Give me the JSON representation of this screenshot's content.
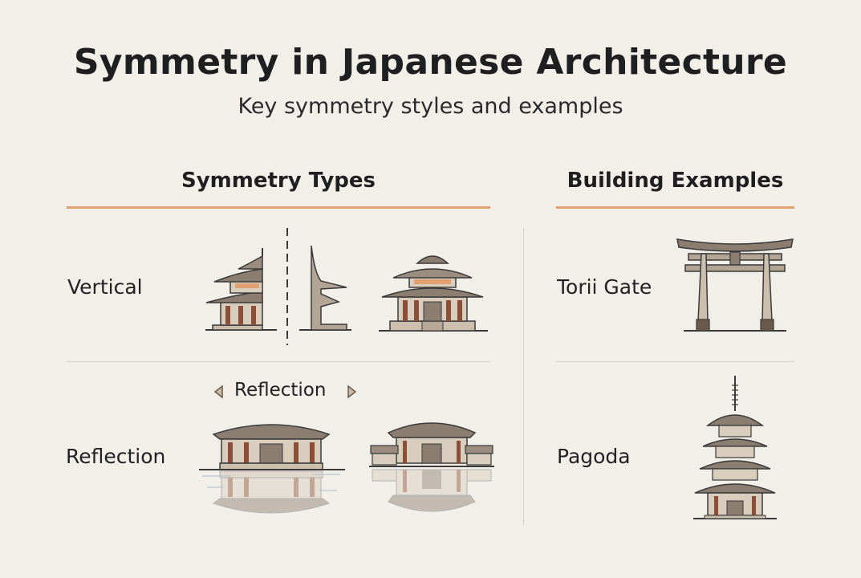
{
  "title": "Symmetry in Japanese Architecture",
  "subtitle": "Key symmetry styles and examples",
  "colors": {
    "accent": "#e0a070",
    "roof": "#8b7d70",
    "wall": "#b8a898",
    "beam": "#8a4f36",
    "outline": "#3a3a3a"
  },
  "left_section": {
    "heading": "Symmetry Types",
    "rows": [
      {
        "label": "Vertical"
      },
      {
        "label": "Reflection",
        "caption": "Reflection"
      }
    ]
  },
  "right_section": {
    "heading": "Building Examples",
    "rows": [
      {
        "label": "Torii Gate"
      },
      {
        "label": "Pagoda"
      }
    ]
  }
}
